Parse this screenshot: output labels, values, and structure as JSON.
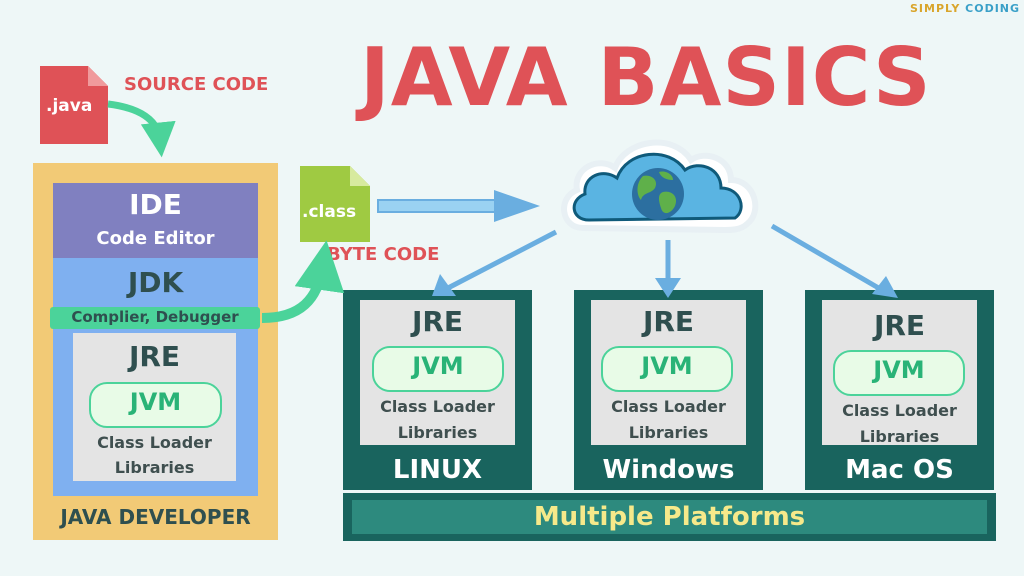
{
  "brand": {
    "part1": "SIMPLY",
    "part2": "CODING"
  },
  "title": "JAVA BASICS",
  "source": {
    "file_ext": ".java",
    "label": "SOURCE CODE"
  },
  "bytecode": {
    "file_ext": ".class",
    "label": "BYTE CODE"
  },
  "developer": {
    "ide_title": "IDE",
    "ide_subtitle": "Code Editor",
    "jdk_title": "JDK",
    "jdk_subtitle": "Complier, Debugger",
    "jre_title": "JRE",
    "jvm": "JVM",
    "line1": "Class Loader",
    "line2": "Libraries",
    "label": "JAVA DEVELOPER"
  },
  "platforms": [
    {
      "name": "LINUX",
      "jre": "JRE",
      "jvm": "JVM",
      "line1": "Class Loader",
      "line2": "Libraries"
    },
    {
      "name": "Windows",
      "jre": "JRE",
      "jvm": "JVM",
      "line1": "Class Loader",
      "line2": "Libraries"
    },
    {
      "name": "Mac OS",
      "jre": "JRE",
      "jvm": "JVM",
      "line1": "Class Loader",
      "line2": "Libraries"
    }
  ],
  "platforms_label": "Multiple Platforms",
  "colors": {
    "title_red": "#df5257",
    "dev_yellow": "#f2ca76",
    "ide_purple": "#8080c0",
    "jdk_blue": "#7fb0f0",
    "green": "#4bd39a",
    "platform_teal": "#19645e",
    "arrow_blue": "#6aaee0"
  },
  "icons": [
    "java-file-icon",
    "class-file-icon",
    "cloud-globe-icon"
  ]
}
